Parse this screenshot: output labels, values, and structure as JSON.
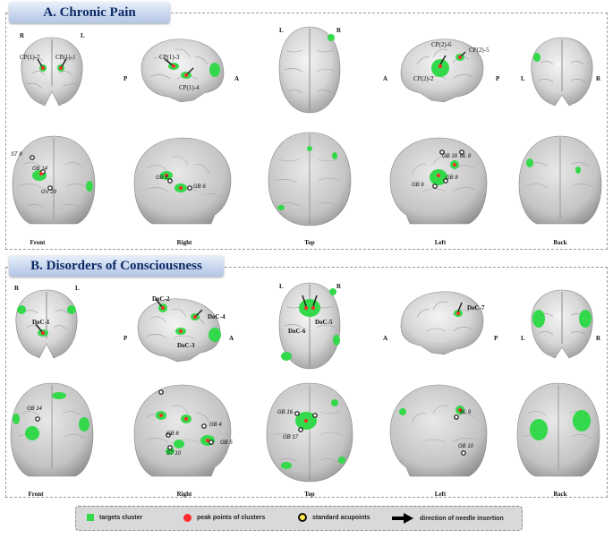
{
  "panels": {
    "a": {
      "title": "A. Chronic Pain",
      "orient": {
        "r1": "R",
        "l1": "L",
        "p1": "P",
        "a1": "A",
        "l2": "L",
        "r2": "R",
        "a3": "A",
        "p3": "P",
        "l4": "L",
        "r4": "R"
      },
      "views": [
        "Front",
        "Right",
        "Top",
        "Left",
        "Back"
      ],
      "points": {
        "cp1": "CP(1)-7",
        "cp2": "CP(1)-1",
        "cp3": "CP(1)-3",
        "cp4": "CP(1)-4",
        "cp5": "CP(2)-6",
        "cp6": "CP(2)-5",
        "cp7": "CP(2)-2"
      },
      "acupoints": {
        "st8": "ST 8",
        "gb14": "GB 14",
        "gv29": "GV 29",
        "gb8r": "GB 8",
        "gb6r": "GB 6",
        "gb18": "GB 18",
        "bl8": "BL 8",
        "gb6l": "GB 6",
        "gb8l": "GB 8"
      }
    },
    "b": {
      "title": "B. Disorders of Consciousness",
      "orient": {
        "r1": "R",
        "l1": "L",
        "p1": "P",
        "a1": "A",
        "l2": "L",
        "r2": "R",
        "a3": "A",
        "p3": "P",
        "l4": "L",
        "r4": "R"
      },
      "views": [
        "Front",
        "Right",
        "Top",
        "Left",
        "Back"
      ],
      "points": {
        "doc1": "DoC-1",
        "doc2": "DoC-2",
        "doc4": "DoC-4",
        "doc3": "DoC-3",
        "doc5": "DoC-5",
        "doc6": "DoC-6",
        "doc7": "DoC-7"
      },
      "acupoints": {
        "gb14": "GB 14",
        "gb4": "GB 4",
        "gb8": "GB 8",
        "gb5": "GB 5",
        "st10": "ST 10",
        "gb16": "GB 16",
        "gb17": "GB 17",
        "bl9": "BL 9",
        "gb10": "GB 10"
      }
    }
  },
  "legend": {
    "green": "targets cluster",
    "red": "peak points of clusters",
    "yellow": "standard acupoints",
    "arrow": "direction of needle insertion"
  },
  "colors": {
    "target": "#33d94a",
    "peak": "#ff2a2a",
    "acupoint": "#ffe84a",
    "title_text": "#0d2a66"
  }
}
